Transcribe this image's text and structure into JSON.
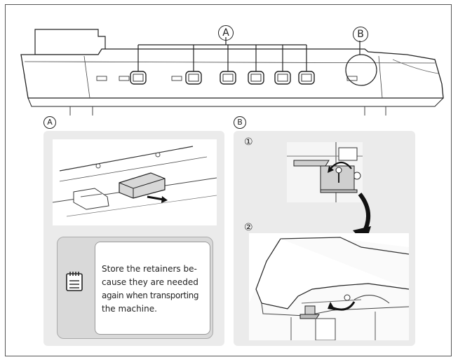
{
  "callouts": {
    "a_main": "A",
    "b_main": "B",
    "a_panel": "A",
    "b_panel": "B"
  },
  "steps": {
    "step1": "①",
    "step2": "②"
  },
  "note": {
    "icon": "memo-icon",
    "line1": "Store the retainers be-",
    "line2": "cause they are needed",
    "line3": "again when transporting",
    "line4": "the machine."
  },
  "colors": {
    "panel_bg": "#ebebeb",
    "note_bg": "#d9d9d9",
    "line": "#222222"
  }
}
